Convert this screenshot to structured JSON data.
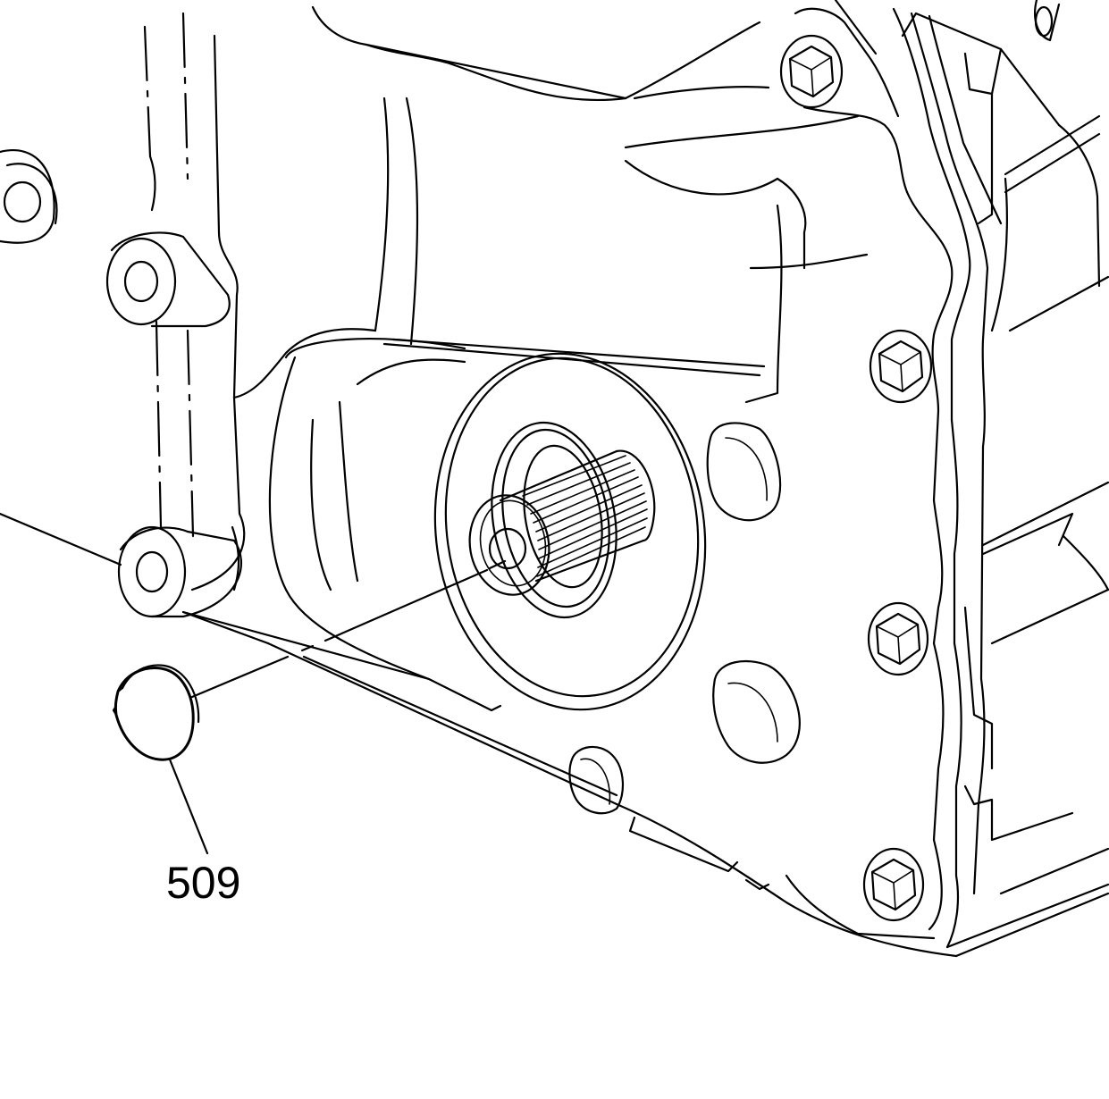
{
  "diagram": {
    "callouts": [
      {
        "id": "509",
        "label": "509",
        "part": "retaining-ring"
      }
    ],
    "line_color": "#000000",
    "background": "#ffffff"
  }
}
